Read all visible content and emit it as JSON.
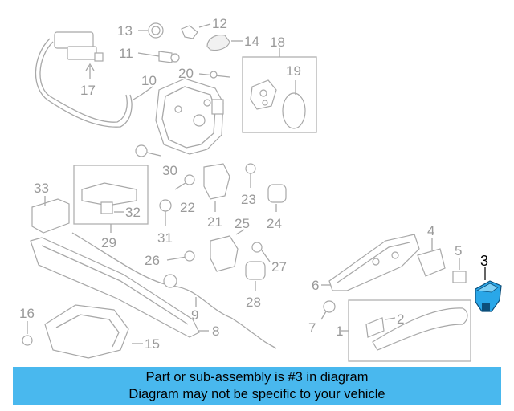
{
  "callouts": {
    "c1": "1",
    "c2": "2",
    "c3": "3",
    "c4": "4",
    "c5": "5",
    "c6": "6",
    "c7": "7",
    "c8": "8",
    "c9": "9",
    "c10": "10",
    "c11": "11",
    "c12": "12",
    "c13": "13",
    "c14": "14",
    "c15": "15",
    "c16": "16",
    "c17": "17",
    "c18": "18",
    "c19": "19",
    "c20": "20",
    "c21": "21",
    "c22": "22",
    "c23": "23",
    "c24": "24",
    "c25": "25",
    "c26": "26",
    "c27": "27",
    "c28": "28",
    "c29": "29",
    "c30": "30",
    "c31": "31",
    "c32": "32",
    "c33": "33"
  },
  "highlight": {
    "part_number": "3",
    "color": "#2aa7e8"
  },
  "banner": {
    "line1": "Part or sub-assembly is #3 in diagram",
    "line2": "Diagram may not be specific to your vehicle",
    "color": "#49b8ee"
  }
}
